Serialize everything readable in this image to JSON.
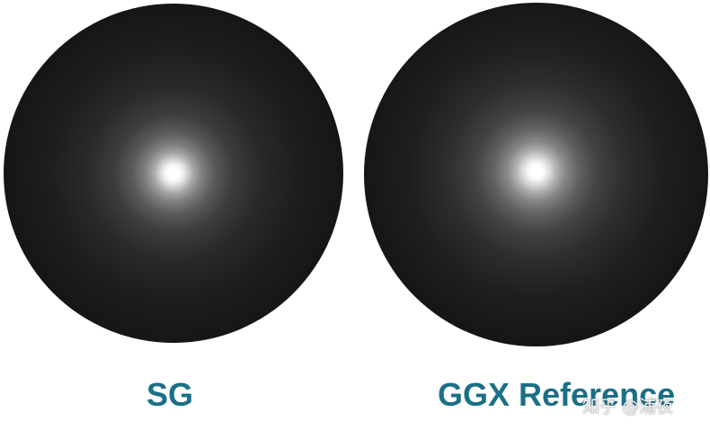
{
  "captions": {
    "left": "SG",
    "right": "GGX Reference"
  },
  "watermark": {
    "text": "知乎 @浦夜"
  },
  "colors": {
    "caption": "#1b7086",
    "background": "#ffffff",
    "sphere_base": "#161616",
    "highlight": "#ffffff"
  }
}
